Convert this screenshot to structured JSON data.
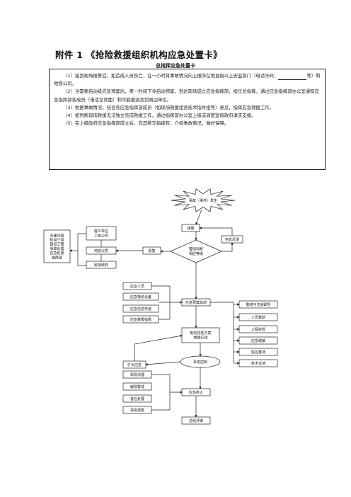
{
  "document": {
    "title": "附件 1 《抢险救援组织机构应急处置卡》",
    "card_title": "总指挥应急处置卡",
    "paragraphs": [
      "（1）接到现场报警后，如造成人员伤亡，在一小时将事故情况向上报所在地县级以上安监部门（电话号码：",
      "等）和地铁公司。",
      "（2）当需要启动级应急预案后，第一时间下令启动预案，到达现场成立应急指挥部，担任总指挥，通过应急指挥部办公室通知应急指挥部各成员（电话见背面）和可能被波及到周边单位。",
      "（3）根据事故情况，结合各应急指挥部成员（如现场救援组各技术指导组等）意见，指挥应急救援工作。",
      "（4）如判断现场救援无法独立完成救援工作，通过指挥部办公室上级或调度室级政府请求支援。",
      "（5）在上级政府应急指挥部成立后，向其移交指挥权，介绍事故情况，做好保障。"
    ]
  },
  "flowchart": {
    "nodes": {
      "event": "事故（事件）发生",
      "receive": "接警",
      "feedback": "信息反馈",
      "command": "警情判断\n相应等级",
      "report_left": "报警",
      "construction": "施工单位\n上级公司",
      "metro": "地铁公司",
      "district": "属地政府",
      "city_dept": "市建设局\n轨道三道\n建设工程\n事故处理\n应急处置\n指挥部",
      "personnel": "应急人员",
      "materials": "应急物资设备",
      "info": "应急信息传递",
      "medical": "应急救援指挥",
      "activate": "应急预案启动",
      "traffic": "警戒与交通疏导",
      "rescue": "人员救助",
      "engineering": "工程抢险",
      "evacuate": "应急疏散",
      "monitor": "监控量测",
      "tech": "技术支持",
      "plan": "制定抢险方案\n救援行动",
      "control": "事态控制",
      "expand": "扩大应急",
      "cleanup": "现场清理",
      "lift": "解除警戒",
      "aftermath": "善后处理",
      "investigate": "事故调查",
      "end": "应急终止",
      "summary": "总结评审"
    }
  }
}
